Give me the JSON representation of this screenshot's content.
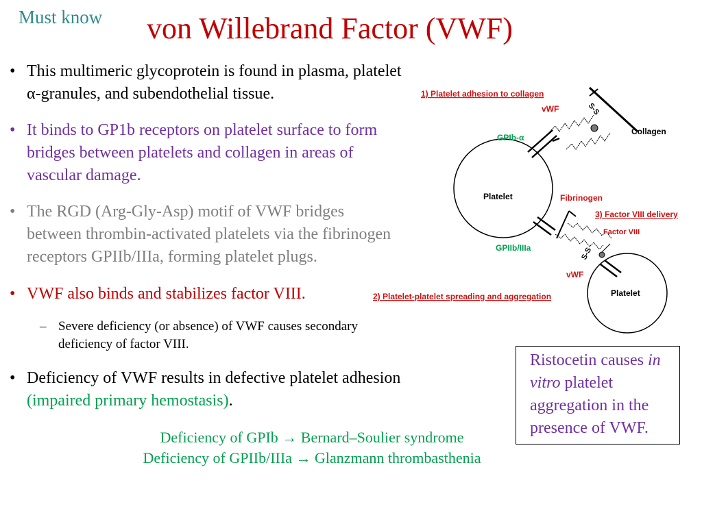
{
  "header": {
    "tag": "Must know",
    "title": "von Willebrand Factor (VWF)"
  },
  "bullets": [
    {
      "bullet": "•",
      "lines": [
        "This multimeric glycoprotein is found in plasma, platelet",
        "α-granules, and subendothelial tissue."
      ]
    },
    {
      "bullet": "•",
      "lines": [
        "It binds to GP1b receptors on platelet surface to form",
        "bridges between platelets and collagen in areas of",
        "vascular damage."
      ]
    },
    {
      "bullet": "•",
      "lines": [
        "The RGD (Arg-Gly-Asp) motif of VWF bridges",
        "between thrombin-activated platelets via the fibrinogen",
        "receptors GPIIb/IIIa, forming platelet plugs."
      ]
    },
    {
      "bullet": "•",
      "lines": [
        "VWF also binds and stabilizes factor VIII."
      ]
    },
    {
      "bullet": "•",
      "line1": "Deficiency of VWF results in defective platelet adhesion",
      "line2_green": "(impaired primary hemostasis)",
      "line2_tail": "."
    }
  ],
  "sub_bullet": {
    "dash": "–",
    "lines": [
      "Severe deficiency (or absence) of VWF causes secondary",
      "deficiency of factor VIII."
    ]
  },
  "footer": {
    "line1": "Deficiency of GPIb → Bernard–Soulier syndrome",
    "line2": "Deficiency of GPIIb/IIIa → Glanzmann thrombasthenia"
  },
  "ristocetin": {
    "part1": "Ristocetin causes ",
    "italic": "in vitro",
    "part2": " platelet aggregation in the presence of VWF.",
    "lines": [
      "Ristocetin causes ",
      "in",
      "vitro",
      " platelet",
      "aggregation in the",
      "presence of VWF."
    ]
  },
  "diagram": {
    "step1": "1)  Platelet adhesion to collagen",
    "step2": "2)  Platelet-platelet spreading and aggregation",
    "step3": "3)  Factor VIII delivery",
    "vwf_top": "vWF",
    "vwf_bottom": "vWF",
    "gpib_alpha": "GPIb-α",
    "collagen": "Collagen",
    "platelet1": "Platelet",
    "platelet2": "Platelet",
    "fibrinogen": "Fibrinogen",
    "factor_viii": "Factor VIII",
    "gpiib_iiia": "GPIIb/IIIa",
    "ss1": "S-S",
    "ss2": "S-S"
  },
  "colors": {
    "title_red": "#c00000",
    "teal": "#2e8b8b",
    "purple": "#7030a0",
    "gray": "#7f7f7f",
    "green": "#00a050",
    "diagram_red": "#d01010"
  }
}
